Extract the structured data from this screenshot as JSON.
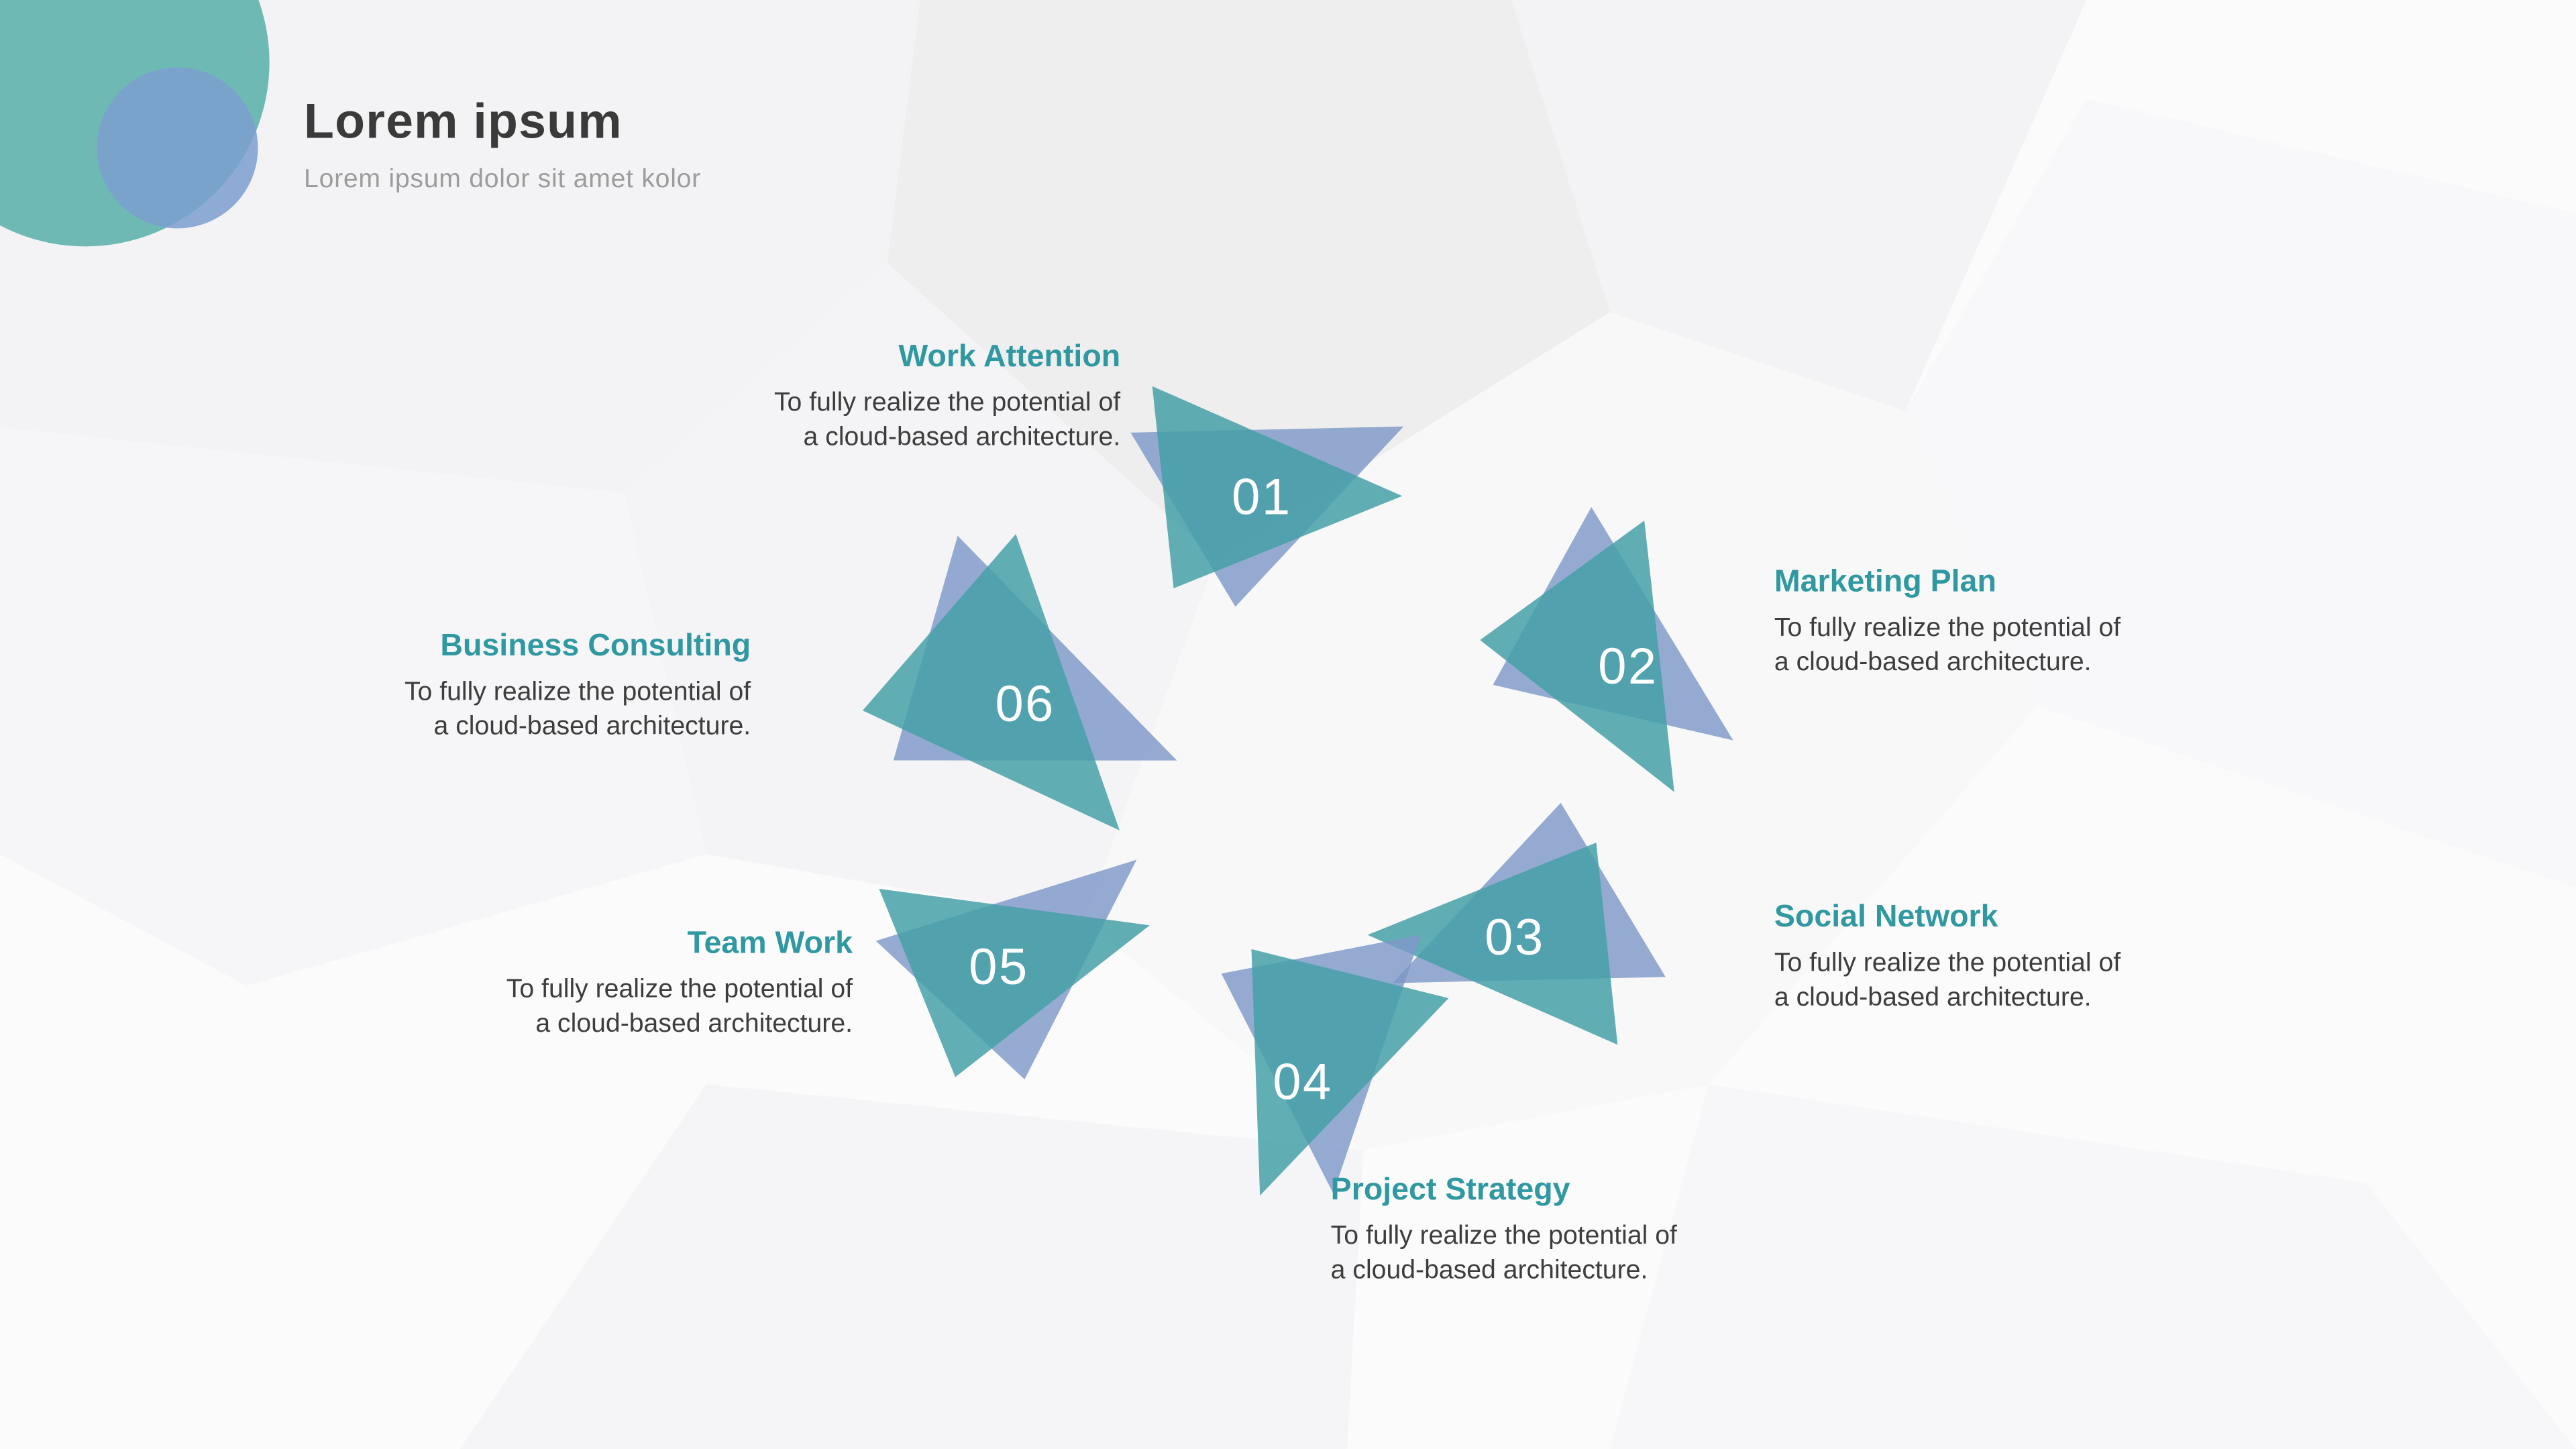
{
  "slide": {
    "title": "Lorem ipsum",
    "subtitle": "Lorem ipsum dolor sit amet kolor"
  },
  "colors": {
    "teal": "#47a0a8",
    "blue": "#7e98c8",
    "heading_teal": "#2f98a1",
    "body_text": "#3d3d3d",
    "title_text": "#3a3a3a",
    "subtitle_text": "#9c9c9c"
  },
  "items": [
    {
      "number": "01",
      "title": "Work Attention",
      "desc1": "To fully realize the potential of",
      "desc2": "a cloud-based architecture."
    },
    {
      "number": "02",
      "title": "Marketing Plan",
      "desc1": "To fully realize the potential of",
      "desc2": "a cloud-based architecture."
    },
    {
      "number": "03",
      "title": "Social Network",
      "desc1": "To fully realize the potential of",
      "desc2": "a cloud-based architecture."
    },
    {
      "number": "04",
      "title": "Project Strategy",
      "desc1": "To fully realize the potential of",
      "desc2": "a cloud-based architecture."
    },
    {
      "number": "05",
      "title": "Team Work",
      "desc1": "To fully realize the potential of",
      "desc2": "a cloud-based architecture."
    },
    {
      "number": "06",
      "title": "Business Consulting",
      "desc1": "To fully realize the potential of",
      "desc2": "a cloud-based architecture."
    }
  ]
}
